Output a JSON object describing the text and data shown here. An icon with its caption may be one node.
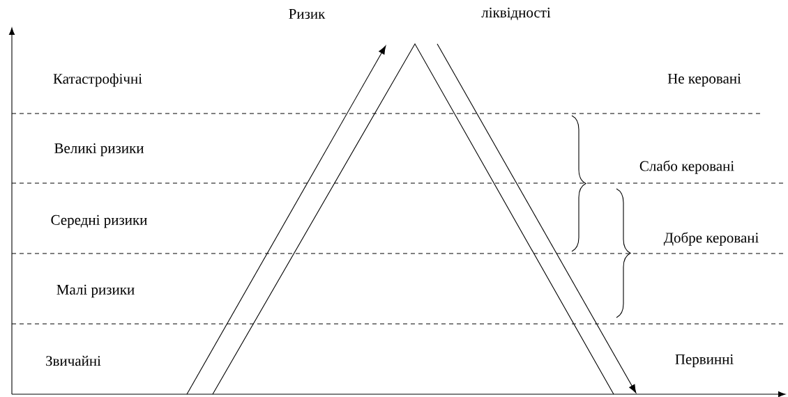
{
  "diagram": {
    "labels": [
      "Ризик",
      "ліквідності",
      "Катастрофічні",
      "Не керовані",
      "Великі ризики",
      "Слабо керовані",
      "Середні ризики",
      "Добре керовані",
      "Малі ризики",
      "Звичайні",
      "Первинні"
    ]
  }
}
